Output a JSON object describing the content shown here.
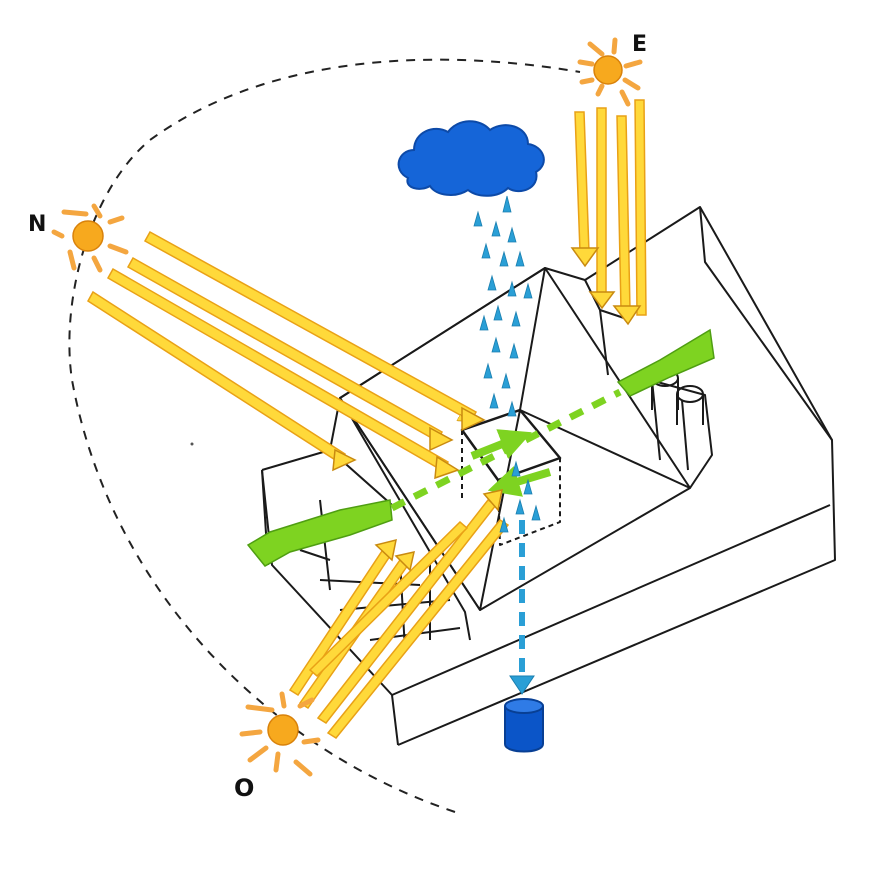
{
  "labels": {
    "north": "N",
    "east": "E",
    "west": "O"
  },
  "colors": {
    "ink": "#1a1a1a",
    "sun_fill": "#f7a91e",
    "sun_rays": "#f4a640",
    "sun_arrow_fill": "#ffd93a",
    "sun_arrow_edge": "#e9a116",
    "cloud": "#1565d8",
    "rain": "#2a9fd6",
    "cross_ventilation": "#7ed321",
    "water_tank": "#0b55c8",
    "background": "#ffffff"
  },
  "icons": [
    "sun-north-icon",
    "sun-east-icon",
    "sun-west-icon",
    "cloud-icon",
    "water-tank-icon"
  ]
}
